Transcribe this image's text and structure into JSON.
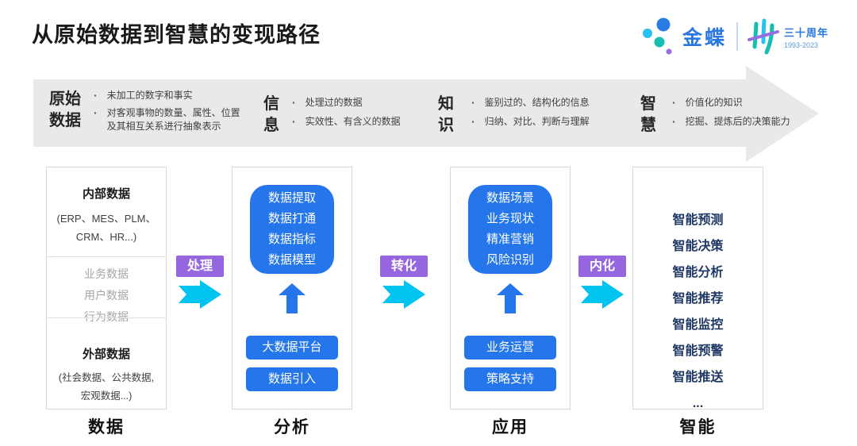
{
  "title": "从原始数据到智慧的变现路径",
  "bullet_char": "·",
  "logo": {
    "brand": "金蝶",
    "anniversary": "三十周年",
    "years": "1993-2023"
  },
  "banner": {
    "stages": [
      {
        "name_line1": "原始",
        "name_line2": "数据",
        "points": [
          "未加工的数字和事实",
          "对客观事物的数量、属性、位置及其相互关系进行抽象表示"
        ]
      },
      {
        "name_line1": "信",
        "name_line2": "息",
        "points": [
          "处理过的数据",
          "实效性、有含义的数据"
        ]
      },
      {
        "name_line1": "知",
        "name_line2": "识",
        "points": [
          "鉴别过的、结构化的信息",
          "归纳、对比、判断与理解"
        ]
      },
      {
        "name_line1": "智",
        "name_line2": "慧",
        "points": [
          "价值化的知识",
          "挖掘、提炼后的决策能力"
        ]
      }
    ]
  },
  "flow_arrows": [
    {
      "label": "处理"
    },
    {
      "label": "转化"
    },
    {
      "label": "内化"
    }
  ],
  "columns": {
    "data": {
      "label": "数据",
      "internal": {
        "title": "内部数据",
        "detail_line1": "(ERP、MES、PLM、",
        "detail_line2": "CRM、HR...)"
      },
      "middle_items": [
        "业务数据",
        "用户数据",
        "行为数据"
      ],
      "external": {
        "title": "外部数据",
        "detail_line1": "(社会数据、公共数据,",
        "detail_line2": "宏观数据...)"
      }
    },
    "analysis": {
      "label": "分析",
      "box_items": [
        "数据提取",
        "数据打通",
        "数据指标",
        "数据模型"
      ],
      "buttons": [
        "大数据平台",
        "数据引入"
      ]
    },
    "application": {
      "label": "应用",
      "box_items": [
        "数据场景",
        "业务现状",
        "精准营销",
        "风险识别"
      ],
      "buttons": [
        "业务运营",
        "策略支持"
      ]
    },
    "intelligence": {
      "label": "智能",
      "items": [
        "智能预测",
        "智能决策",
        "智能分析",
        "智能推荐",
        "智能监控",
        "智能预警",
        "智能推送",
        "..."
      ]
    }
  },
  "colors": {
    "primary_blue": "#2476EA",
    "cyan_arrow": "#00C4F0",
    "purple_badge": "#9666E0",
    "navy_text": "#1F3864",
    "banner_gray": "#E9E9E9",
    "brand_blue": "#2878E0",
    "teal": "#17BDB2",
    "purple_dot": "#9B6BE0"
  }
}
